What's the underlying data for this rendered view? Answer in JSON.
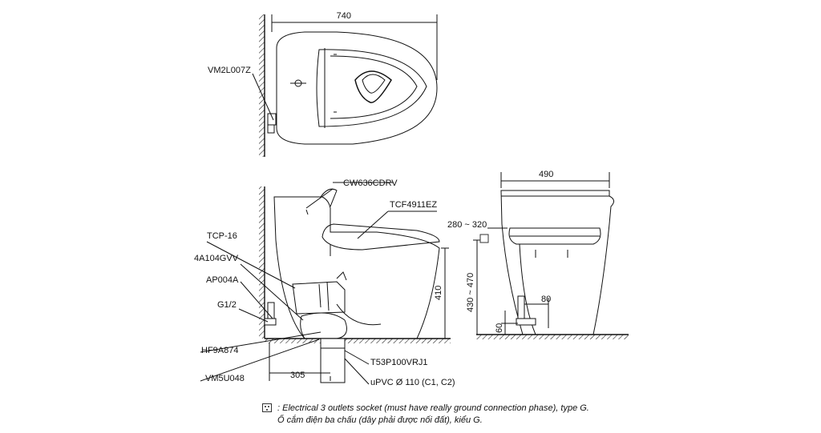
{
  "dimensions": {
    "top_width": "740",
    "front_width": "490",
    "rear_offset": "305",
    "height": "410",
    "bracket_range": "280 ~ 320",
    "socket_height_range": "430 ~ 470",
    "supply_offset": "80",
    "supply_height": "60"
  },
  "parts": {
    "vm2l007z": "VM2L007Z",
    "cw636cdrv": "CW636CDRV",
    "tcf4911ez": "TCF4911EZ",
    "tcp16": "TCP-16",
    "a4104gvv": "4A104GVV",
    "ap004a": "AP004A",
    "g12": "G1/2",
    "hf9a874": "HF9A874",
    "vm5u048": "VM5U048",
    "t53p100vrj1": "T53P100VRJ1",
    "upvc": "uPVC Ø 110 (C1, C2)"
  },
  "notes": {
    "line1": ": Electrical 3 outlets socket (must have really ground connection phase), type G.",
    "line2": "Ổ cắm điện ba chấu (dây phải được nối đất), kiểu G."
  },
  "colors": {
    "line": "#111111",
    "hatch": "#222222"
  }
}
